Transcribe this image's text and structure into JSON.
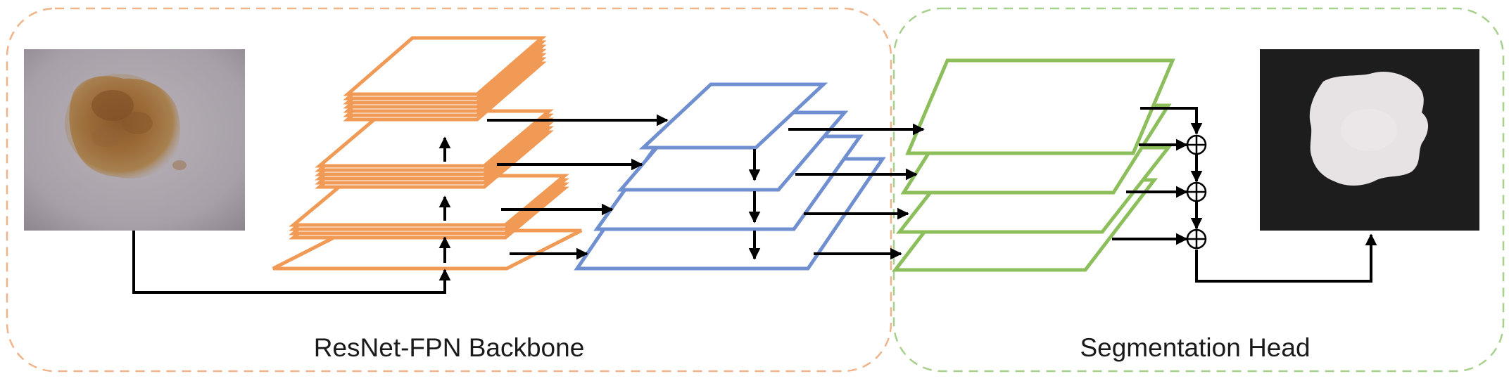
{
  "regions": {
    "backbone_label": "ResNet-FPN Backbone",
    "head_label": "Segmentation Head"
  },
  "colors": {
    "backbone_border": "#f0b48a",
    "head_border": "#a8d08d",
    "resnet": "#f09a56",
    "fpn": "#6f8fd0",
    "head": "#8cbf5c",
    "arrow": "#000000"
  },
  "images": {
    "input": "skin-lesion-dermoscopy-image",
    "output": "segmentation-mask"
  },
  "operators": {
    "sum_symbol": "⊕"
  }
}
